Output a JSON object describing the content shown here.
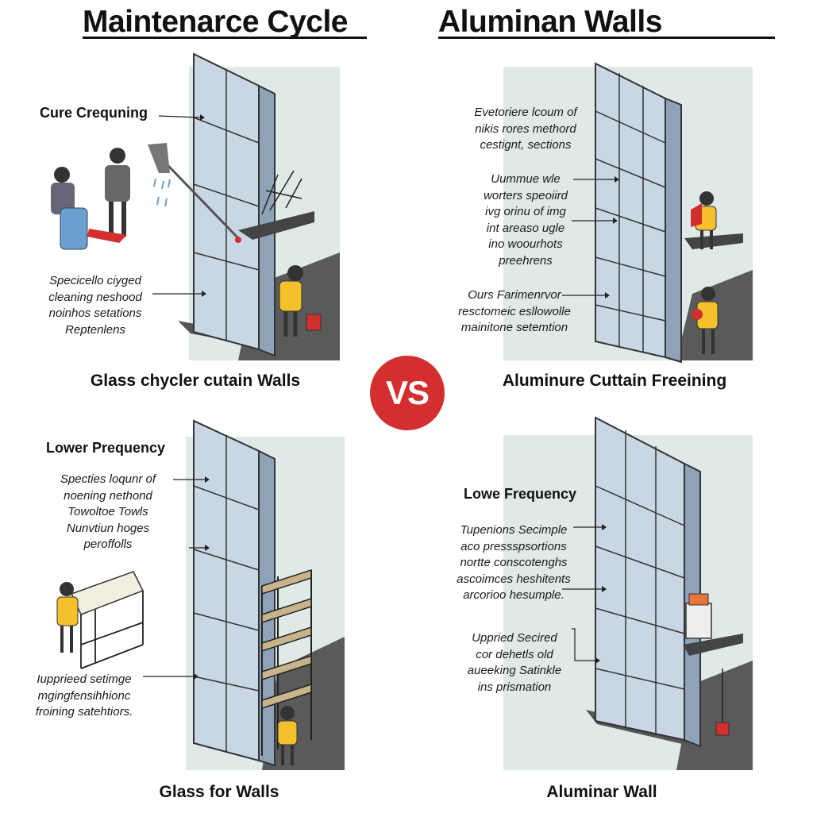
{
  "titles": {
    "left": "Maintenarce Cycle",
    "right": "Aluminan Walls"
  },
  "vs_badge": "VS",
  "panels": {
    "top_left": {
      "heading": "Cure Crequning",
      "label_lines": [
        "Specicello ciyged",
        "cleaning neshood",
        "noinhos setations",
        "Reptenlens"
      ],
      "caption": "Glass chycler cutain Walls"
    },
    "top_right": {
      "label1_lines": [
        "Evetoriere lcoum of",
        "nikis rores methord",
        "cestignt, sections"
      ],
      "label2_lines": [
        "Uummue wle",
        "worters speoiird",
        "ivg orinu of img",
        "int areaso ugle",
        "ino woourhots",
        "preehrens"
      ],
      "label3_lines": [
        "Ours Farimenrvor",
        "resctomeic esllowolle",
        "mainitone setemtion"
      ],
      "caption": "Aluminure Cuttain Freeining"
    },
    "bottom_left": {
      "heading": "Lower Prequency",
      "label1_lines": [
        "Specties loqunr of",
        "noening nethond",
        "Towoltoe Towls",
        "Nunvtiun hoges",
        "peroffolls"
      ],
      "label2_lines": [
        "Iupprieed setimge",
        "mgingfensihhionc",
        "froining satehtiors."
      ],
      "caption": "Glass for Walls"
    },
    "bottom_right": {
      "heading": "Lowe Frequency",
      "label1_lines": [
        "Tupenions Secimple",
        "aco pressspsortions",
        "nortte conscotenghs",
        "ascoimces heshitents",
        "arcorioo hesumple."
      ],
      "label2_lines": [
        "Uppried Secired",
        "cor dehetls old",
        "aueeking Satinkle",
        "ins prismation"
      ],
      "caption": "Aluminar Wall"
    }
  },
  "colors": {
    "glass": "#c9d7e4",
    "glass_dark": "#8ea3b8",
    "background_tint": "#dfe9e7",
    "floor": "#5a5a5a",
    "worker_shirt": "#f4c12c",
    "accent_red": "#d32f2f",
    "bucket_blue": "#6b9fcf"
  }
}
